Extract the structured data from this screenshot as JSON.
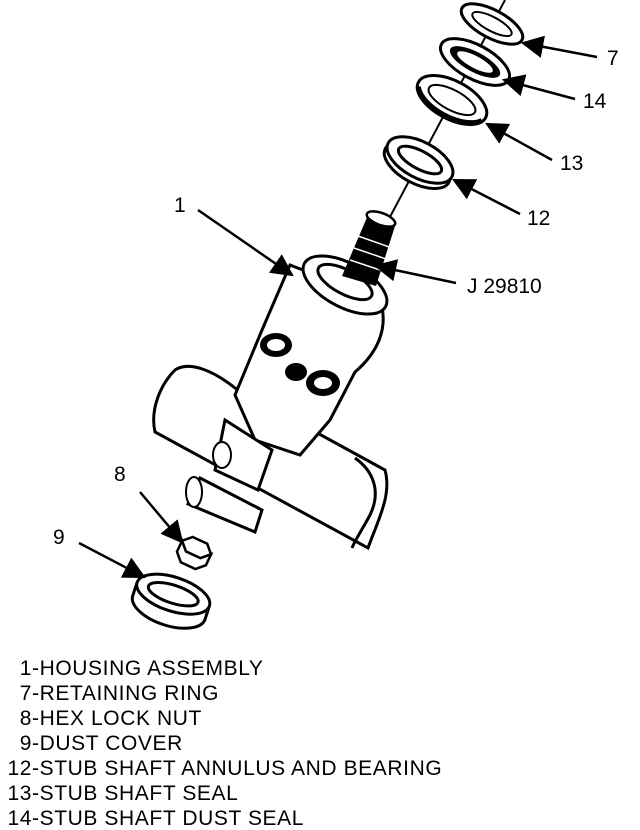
{
  "callouts": {
    "c1": "1",
    "c7": "7",
    "c8": "8",
    "c9": "9",
    "c12": "12",
    "c13": "13",
    "c14": "14",
    "tool": "J 29810"
  },
  "legend": [
    {
      "num": "1",
      "text": "-HOUSING ASSEMBLY"
    },
    {
      "num": "7",
      "text": "-RETAINING RING"
    },
    {
      "num": "8",
      "text": "-HEX LOCK NUT"
    },
    {
      "num": "9",
      "text": "-DUST COVER"
    },
    {
      "num": "12",
      "text": "-STUB SHAFT ANNULUS AND BEARING"
    },
    {
      "num": "13",
      "text": "-STUB SHAFT SEAL"
    },
    {
      "num": "14",
      "text": "-STUB SHAFT DUST SEAL"
    }
  ]
}
